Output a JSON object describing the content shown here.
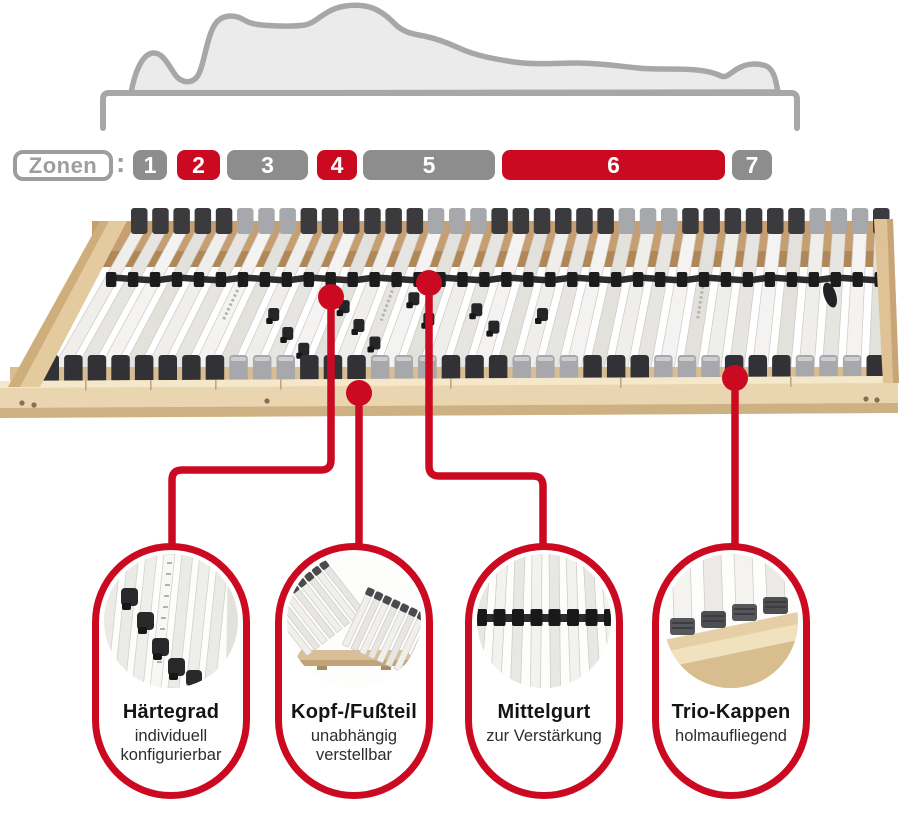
{
  "colors": {
    "red": "#cb0a22",
    "badge_gray": "#8d8d8d",
    "outline_gray": "#a7a7a7",
    "silhouette_fill": "#ebebeb",
    "title_text": "#141414",
    "subtitle_text": "#2d2d2d",
    "wood": "#e6cfa5",
    "wood_dark": "#c69e6f",
    "slat": "#efeeea",
    "cap_dark": "#323236",
    "cap_silver": "#a6a8ab",
    "belt_dark": "#2c2c2d"
  },
  "legend": {
    "label": "Zonen",
    "separator": ":"
  },
  "zones": {
    "items": [
      {
        "label": "1",
        "emphasis": false
      },
      {
        "label": "2",
        "emphasis": true
      },
      {
        "label": "3",
        "emphasis": false
      },
      {
        "label": "4",
        "emphasis": true
      },
      {
        "label": "5",
        "emphasis": false
      },
      {
        "label": "6",
        "emphasis": true
      },
      {
        "label": "7",
        "emphasis": false
      }
    ]
  },
  "pressure_dots": {
    "count": 8
  },
  "callouts": [
    {
      "title": "Härtegrad",
      "subtitle_lines": [
        "individuell",
        "konfigurierbar"
      ]
    },
    {
      "title": "Kopf-/Fußteil",
      "subtitle_lines": [
        "unabhängig",
        "verstellbar"
      ]
    },
    {
      "title": "Mittelgurt",
      "subtitle_lines": [
        "zur Verstärkung"
      ]
    },
    {
      "title": "Trio-Kappen",
      "subtitle_lines": [
        "holmaufliegend"
      ]
    }
  ]
}
